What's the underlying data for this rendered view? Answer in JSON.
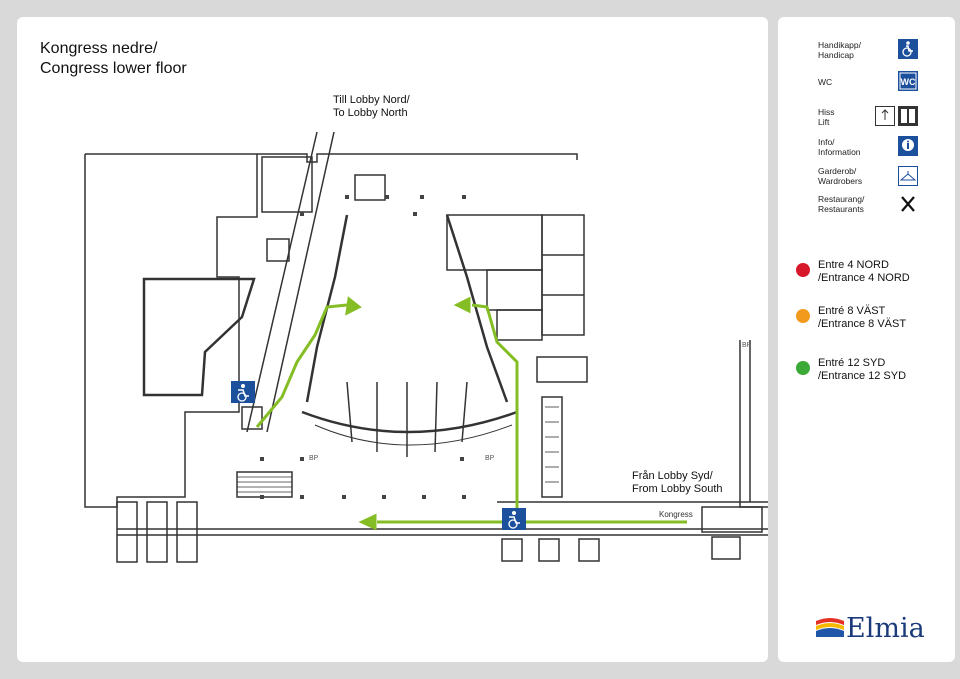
{
  "map": {
    "title_line1": "Kongress nedre/",
    "title_line2": "Congress lower floor",
    "to_lobby_north_line1": "Till Lobby Nord/",
    "to_lobby_north_line2": "To Lobby North",
    "from_lobby_south_line1": "Från Lobby Syd/",
    "from_lobby_south_line2": "From Lobby South",
    "kongress_label": "Kongress",
    "bp_label": "BP",
    "route_color": "#84bd24"
  },
  "legend": {
    "facilities": [
      {
        "line1": "Handikapp/",
        "line2": "Handicap",
        "icon": "wheelchair-icon"
      },
      {
        "line1": "WC",
        "line2": "",
        "icon": "wc-icon"
      },
      {
        "line1": "Hiss",
        "line2": "Lift",
        "icon": "lift-icon"
      },
      {
        "line1": "Info/",
        "line2": "Information",
        "icon": "info-icon"
      },
      {
        "line1": "Garderob/",
        "line2": "Wardrobers",
        "icon": "hanger-icon"
      },
      {
        "line1": "Restaurang/",
        "line2": "Restaurants",
        "icon": "cutlery-icon"
      }
    ],
    "entrances": [
      {
        "line1": "Entre 4 NORD",
        "line2": "/Entrance 4 NORD",
        "color": "#d7182a"
      },
      {
        "line1": "Entré 8 VÄST",
        "line2": "/Entrance 8 VÄST",
        "color": "#f29a1b"
      },
      {
        "line1": "Entré 12 SYD",
        "line2": "/Entrance 12 SYD",
        "color": "#3aa935"
      }
    ]
  },
  "logo": {
    "text": "Elmia"
  }
}
